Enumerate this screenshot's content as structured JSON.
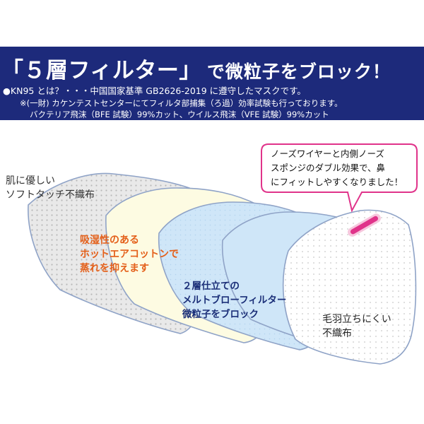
{
  "header": {
    "headline_main": "「５層フィルター」",
    "headline_rest": "で微粒子をブロック！",
    "line1": "●KN95 とは？・・・中国国家基準 GB2626-2019 に遵守したマスクです。",
    "line2": "※(一財) カケンテストセンターにてフィルタ部捕集（ろ過）効率試験も行っております。",
    "line3": "バクテリア飛沫（BFE 試験）99%カット、ウイルス飛沫（VFE 試験）99%カット"
  },
  "layers": [
    {
      "id": "skin",
      "lines": [
        "肌に優しい",
        "ソフトタッチ不織布"
      ],
      "fill": "#e9e9e9",
      "text_color": "#333333"
    },
    {
      "id": "cotton",
      "lines": [
        "吸湿性のある",
        "ホットエアコットンで",
        "蒸れを抑えます"
      ],
      "fill": "#fdfbe2",
      "text_color": "#e4601a"
    },
    {
      "id": "filter",
      "lines": [
        "２層仕立ての",
        "メルトブローフィルター",
        "微粒子をブロック"
      ],
      "fill": "#cfe6f8",
      "text_color": "#1b2f78"
    },
    {
      "id": "outer",
      "lines": [
        "毛羽立ちにくい",
        "不織布"
      ],
      "fill": "#ffffff",
      "text_color": "#222222"
    }
  ],
  "callout": {
    "lines": [
      "ノーズワイヤーと内側ノーズ",
      "スポンジのダブル効果で、鼻",
      "にフィットしやすくなりました！"
    ],
    "border_color": "#e0338a"
  },
  "colors": {
    "banner": "#1d2a7b",
    "outline": "#8fa3c7",
    "nose_wire": "#e0338a"
  }
}
